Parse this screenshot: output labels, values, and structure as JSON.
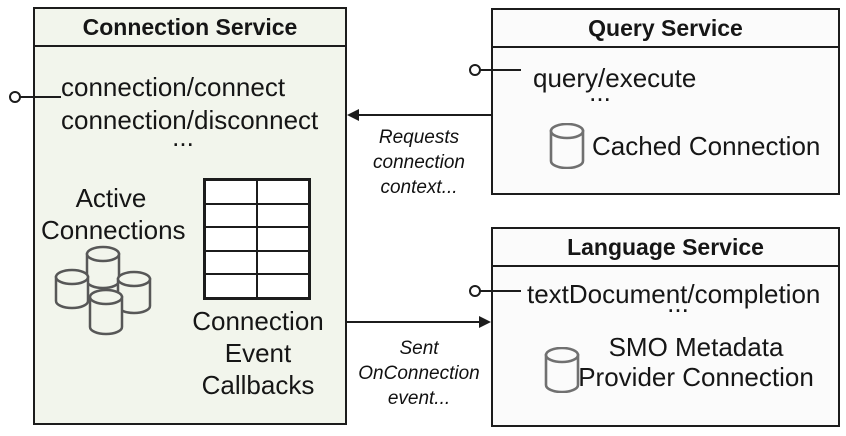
{
  "connection_service": {
    "title": "Connection Service",
    "method1": "connection/connect",
    "method2": "connection/disconnect",
    "ellipsis": "...",
    "active_label_line1": "Active",
    "active_label_line2": "Connections",
    "callbacks_label_line1": "Connection",
    "callbacks_label_line2": "Event",
    "callbacks_label_line3": "Callbacks"
  },
  "query_service": {
    "title": "Query Service",
    "method1": "query/execute",
    "ellipsis": "...",
    "cached_label": "Cached Connection"
  },
  "language_service": {
    "title": "Language Service",
    "method1": "textDocument/completion",
    "ellipsis": "...",
    "provider_label_line1": "SMO Metadata",
    "provider_label_line2": "Provider Connection"
  },
  "arrows": {
    "requests": {
      "line1": "Requests",
      "line2": "connection",
      "line3": "context..."
    },
    "sent": {
      "line1": "Sent",
      "line2": "OnConnection",
      "line3": "event..."
    }
  },
  "colors": {
    "connection_box_fill": "#f2f5ec",
    "service_box_fill": "#fbfbfb",
    "border": "#1c1c1c",
    "cluster_cylinder_stroke": "#575757",
    "cylinder_stroke": "#707070"
  },
  "icons": {
    "active_connections": "database-cluster-icon",
    "cached_connection": "database-icon",
    "smo_provider": "database-icon",
    "callbacks": "table-grid"
  }
}
